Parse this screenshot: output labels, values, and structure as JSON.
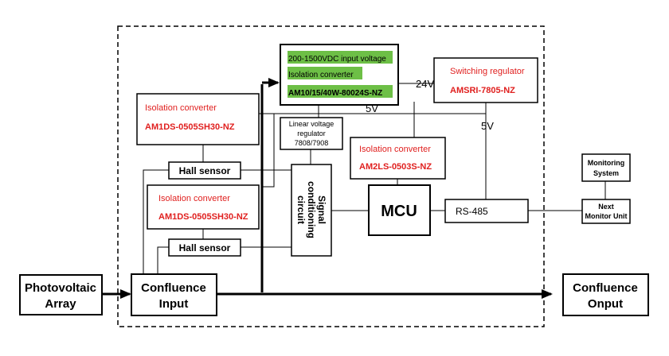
{
  "colors": {
    "accent_red": "#e0201f",
    "highlight_green": "#6dbf46",
    "line": "#000000"
  },
  "blocks": {
    "pv_array": {
      "line1": "Photovoltaic",
      "line2": "Array"
    },
    "confluence_input": {
      "line1": "Confluence",
      "line2": "Input"
    },
    "confluence_output": {
      "line1": "Confluence",
      "line2": "Onput"
    },
    "main_converter": {
      "line1": "200-1500VDC input voltage",
      "line2": "Isolation converter",
      "line3": "AM10/15/40W-80024S-NZ"
    },
    "switching_regulator": {
      "line1": "Switching regulator",
      "line2": "AMSRI-7805-NZ"
    },
    "iso_converter_top": {
      "line1": "Isolation converter",
      "line2": "AM1DS-0505SH30-NZ"
    },
    "iso_converter_mid": {
      "line1": "Isolation converter",
      "line2": "AM1DS-0505SH30-NZ"
    },
    "iso_converter_mcu": {
      "line1": "Isolation converter",
      "line2": "AM2LS-0503S-NZ"
    },
    "linear_regulator": {
      "line1": "Linear voltage",
      "line2": "regulator",
      "line3": "7808/7908"
    },
    "hall_sensor_top": {
      "label": "Hall sensor"
    },
    "hall_sensor_bottom": {
      "label": "Hall sensor"
    },
    "signal_conditioning": {
      "line1": "Signal",
      "line2": "conditioning",
      "line3": "circuit"
    },
    "mcu": {
      "label": "MCU"
    },
    "rs485": {
      "label": "RS-485"
    },
    "monitoring_system": {
      "line1": "Monitoring",
      "line2": "System"
    },
    "next_monitor_unit": {
      "line1": "Next",
      "line2": "Monitor Unit"
    }
  },
  "labels": {
    "v24": "24V",
    "v5_rail": "5V",
    "v5_drop": "5V"
  }
}
